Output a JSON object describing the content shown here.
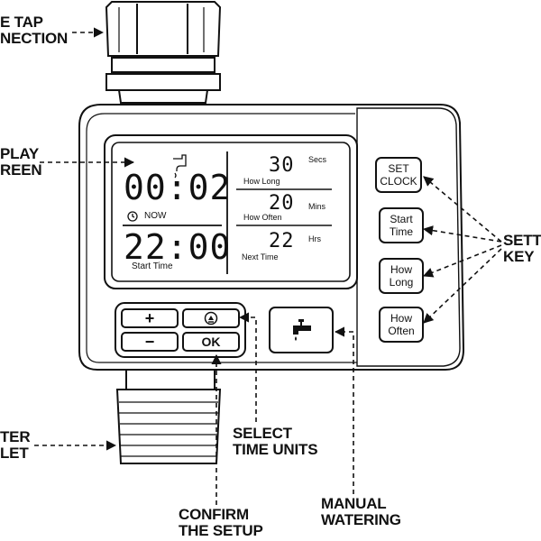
{
  "callouts": {
    "tap_connection": [
      "E TAP",
      "NECTION"
    ],
    "display_screen": [
      "PLAY",
      "REEN"
    ],
    "setting_keys": [
      "SETT",
      "KEY"
    ],
    "water_outlet": [
      "TER",
      "LET"
    ],
    "select_time_units": [
      "SELECT",
      "TIME UNITS"
    ],
    "confirm_setup": [
      "CONFIRM",
      "THE SETUP"
    ],
    "manual_watering": [
      "MANUAL",
      "WATERING"
    ]
  },
  "lcd": {
    "now_time": "00:02",
    "now_label": "NOW",
    "start_time": "22:00",
    "start_label": "Start Time",
    "how_long_value": "30",
    "how_long_unit": "Secs",
    "how_long_label": "How Long",
    "how_often_value": "20",
    "how_often_unit": "Mins",
    "how_often_label": "How Often",
    "next_time_value": "22",
    "next_time_unit": "Hrs",
    "next_time_label": "Next Time"
  },
  "keys": {
    "set_clock": [
      "SET",
      "CLOCK"
    ],
    "start_time": [
      "Start",
      "Time"
    ],
    "how_long": [
      "How",
      "Long"
    ],
    "how_often": [
      "How",
      "Often"
    ]
  },
  "controls": {
    "plus": "+",
    "minus": "−",
    "ok": "OK"
  },
  "icons": {
    "tap_symbol": "tap-icon",
    "clock_symbol": "clock-icon",
    "select_symbol": "select-units-icon",
    "manual_symbol": "faucet-icon"
  }
}
